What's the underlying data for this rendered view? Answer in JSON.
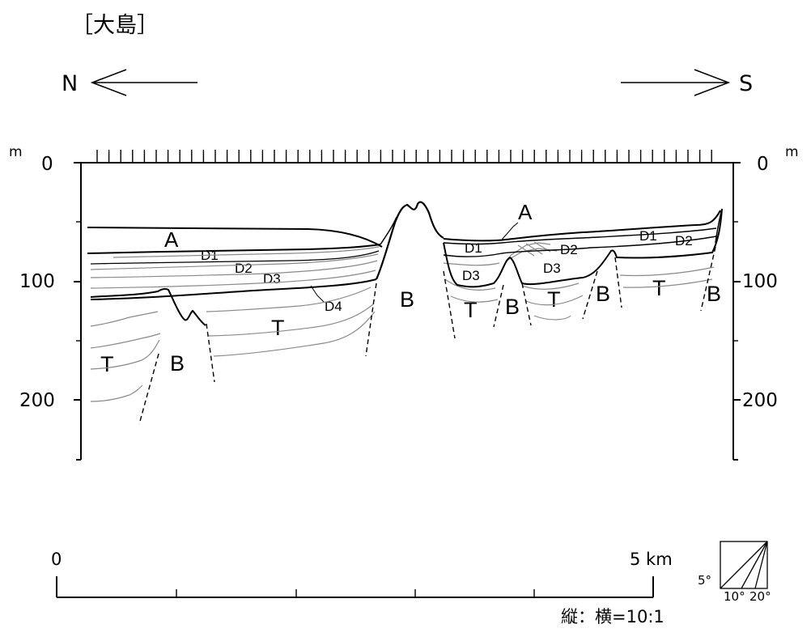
{
  "title": "［大島］",
  "direction": {
    "left": "N",
    "right": "S"
  },
  "vertical_axis": {
    "unit": "m",
    "ticks": [
      "0",
      "100",
      "200"
    ]
  },
  "units": [
    {
      "label": "A"
    },
    {
      "label": "A"
    },
    {
      "label": "B"
    },
    {
      "label": "B"
    },
    {
      "label": "B"
    },
    {
      "label": "B"
    },
    {
      "label": "B"
    },
    {
      "label": "T"
    },
    {
      "label": "T"
    },
    {
      "label": "T"
    },
    {
      "label": "T"
    },
    {
      "label": "T"
    },
    {
      "label": "D1"
    },
    {
      "label": "D1"
    },
    {
      "label": "D1"
    },
    {
      "label": "D2"
    },
    {
      "label": "D2"
    },
    {
      "label": "D2"
    },
    {
      "label": "D3"
    },
    {
      "label": "D3"
    },
    {
      "label": "D3"
    },
    {
      "label": "D4"
    }
  ],
  "horizontal_scale": {
    "start": "0",
    "end": "5 km"
  },
  "exaggeration": "縦：横=10:1",
  "slope_angles": [
    "5°",
    "10°",
    "20°"
  ]
}
